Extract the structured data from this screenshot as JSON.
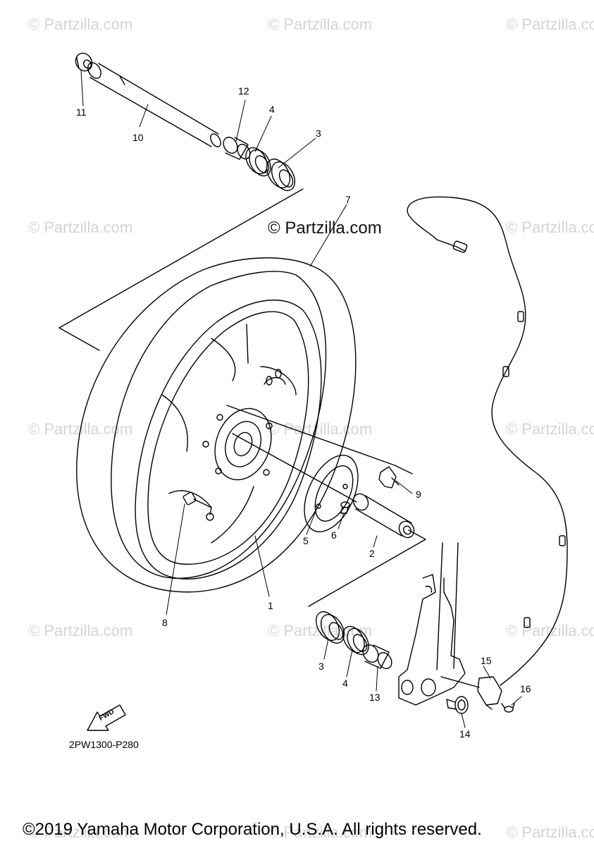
{
  "watermark": "© Partzilla.com",
  "main_watermark": "© Partzilla.com",
  "diagram_code": "2PW1300-P280",
  "copyright": "©2019 Yamaha Motor Corporation, U.S.A. All rights reserved.",
  "fwd_label": "FWD",
  "callouts": {
    "c1": "1",
    "c2": "2",
    "c3a": "3",
    "c3b": "3",
    "c4a": "4",
    "c4b": "4",
    "c5": "5",
    "c6": "6",
    "c7": "7",
    "c8": "8",
    "c9": "9",
    "c10": "10",
    "c11": "11",
    "c12": "12",
    "c13": "13",
    "c14": "14",
    "c15": "15",
    "c16": "16"
  }
}
